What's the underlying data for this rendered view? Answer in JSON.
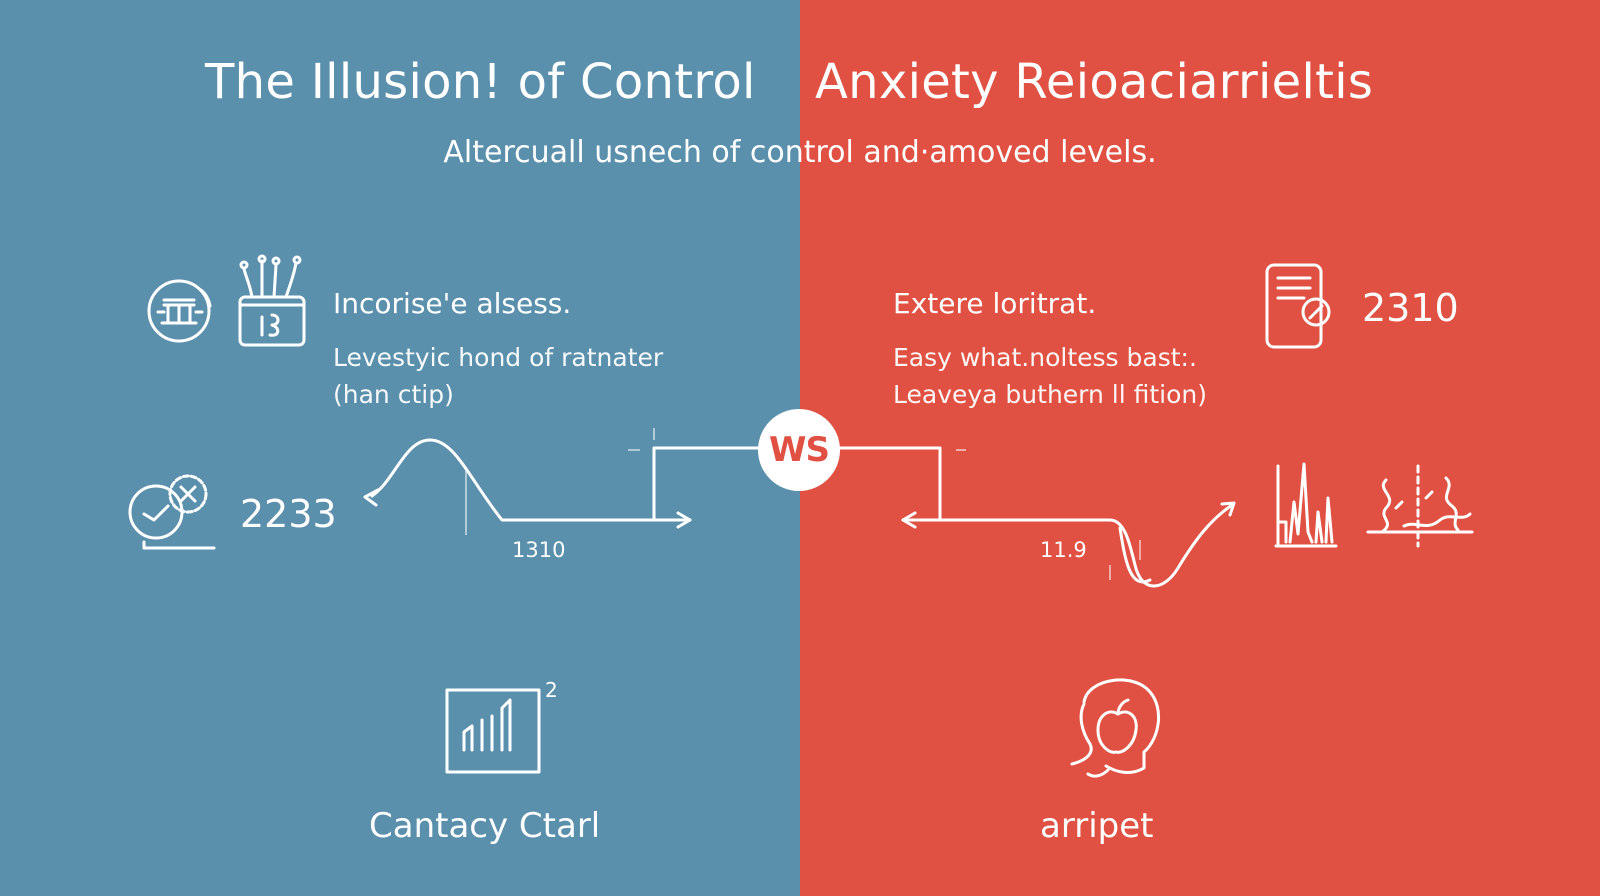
{
  "header": {
    "title_left": "The Illusion! of Control",
    "title_right": "Anxiety Reioaciarrieltis",
    "subtitle": "Altercuall usnech of control and·amoved levels."
  },
  "left": {
    "heading": "Incorise'e alsess.",
    "body_line1": "Levestyic hond of ratnater",
    "body_line2": "(han ctip)",
    "stat_value": "2233",
    "axis_value": "1310",
    "caption": "Cantacy Ctarl",
    "chart_icon_superscript": "2"
  },
  "right": {
    "heading": "Extere loritrat.",
    "body_line1": "Easy what.noltess bast:.",
    "body_line2": "Leaveya buthern ll fition)",
    "stat_value": "2310",
    "axis_value": "11.9",
    "caption": "arripet"
  },
  "center": {
    "vs_label": "WS"
  },
  "colors": {
    "left_panel": "#5b90ac",
    "right_panel": "#e05143",
    "text": "#ffffff"
  },
  "icons": {
    "left": [
      "columns-building-icon",
      "sprouting-box-icon",
      "clock-cancel-icon",
      "bar-chart-icon"
    ],
    "right": [
      "tablet-icon",
      "histogram-icon",
      "wave-icon",
      "apple-head-icon"
    ]
  }
}
